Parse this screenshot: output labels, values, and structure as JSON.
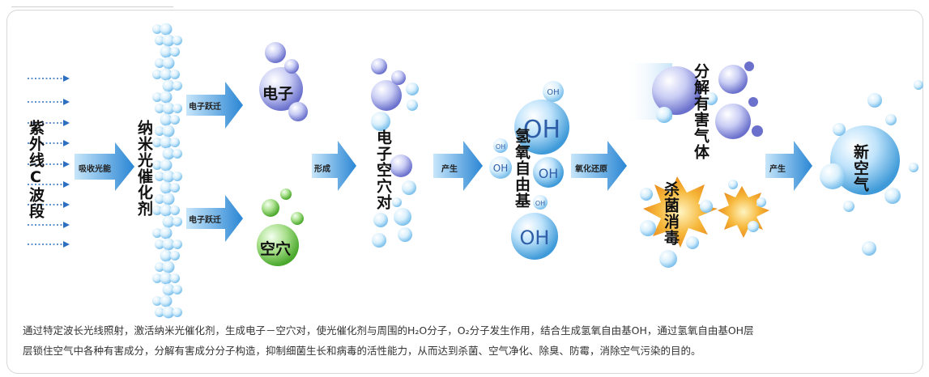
{
  "uv": {
    "label": "紫外线C波段"
  },
  "labels": {
    "absorb": "吸收光能",
    "catalyst": "纳米光催化剂",
    "transition_top": "电子跃迁",
    "transition_bottom": "电子跃迁",
    "electron": "电子",
    "hole": "空穴",
    "form": "形成",
    "pair": "电子空穴对",
    "produce1": "产生",
    "radical": "氢氧自由基",
    "redox": "氧化还原",
    "decompose": "分解有害气体",
    "sterilize": "杀菌消毒",
    "produce2": "产生",
    "fresh_air": "新空气",
    "oh": "OH"
  },
  "description": {
    "line1": "通过特定波长光线照射，激活纳米光催化剂，生成电子－空穴对，使光催化剂与周围的H₂O分子，O₂分子发生作用，结合生成氢氧自由基OH，通过氢氧自由基OH层",
    "line2": "层锁住空气中各种有害成分，分解有害成分分子构造，抑制细菌生长和病毒的活性能力，从而达到杀菌、空气净化、除臭、防霉，消除空气污染的目的。"
  },
  "colors": {
    "arrow": "#2f8fd8",
    "bubble_blue": "#6fb6ea",
    "bubble_green": "#6cc04a",
    "bubble_purple": "#8a8fd8",
    "burst_orange": "#f2a024",
    "text_blue": "#2f5ea8"
  }
}
